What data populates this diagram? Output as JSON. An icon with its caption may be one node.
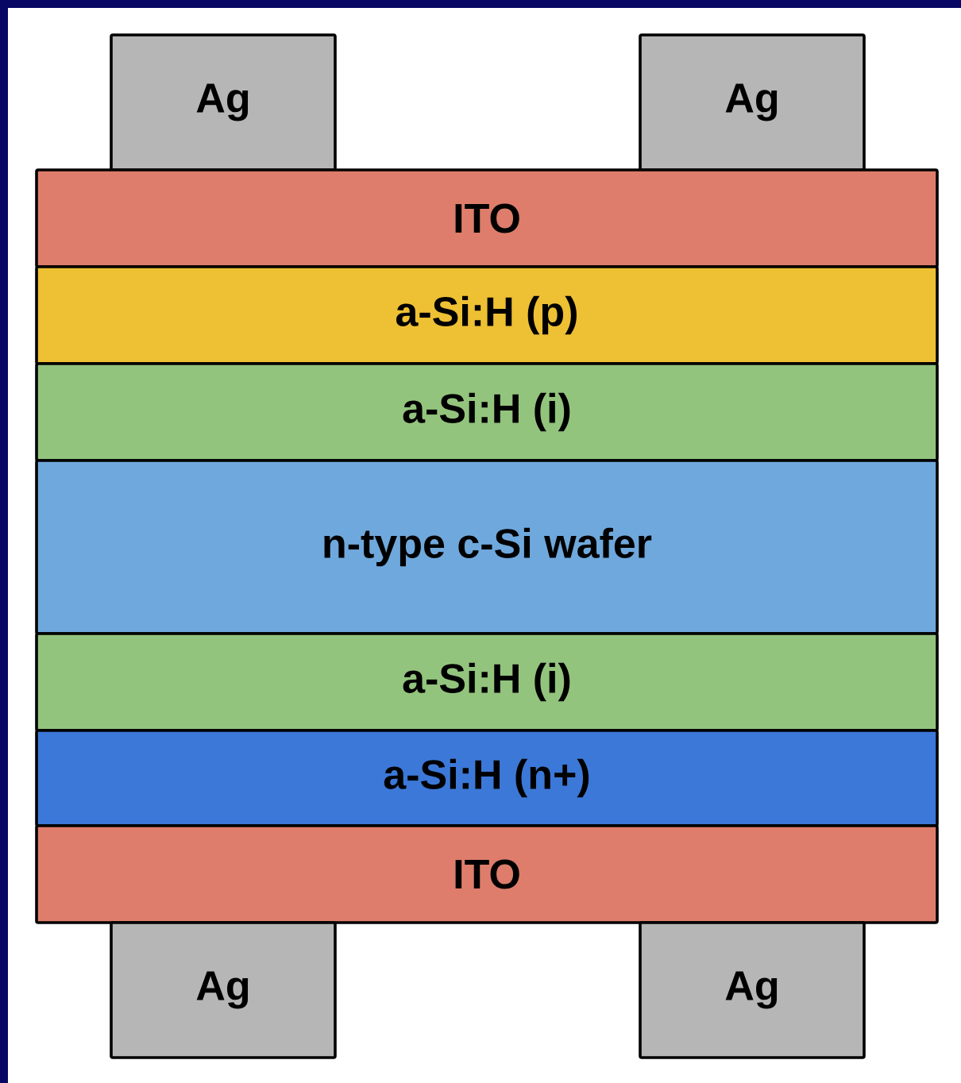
{
  "diagram": {
    "nodes": [
      {
        "text": [
          "Ag"
        ]
      },
      {
        "text": [
          "Ag"
        ]
      },
      {
        "text": [
          "ITO"
        ]
      },
      {
        "text": [
          "a-Si:H (p)"
        ]
      },
      {
        "text": [
          "a-Si:H (i)"
        ]
      },
      {
        "text": [
          "n-type c-Si wafer"
        ]
      },
      {
        "text": [
          "a-Si:H (i)"
        ]
      },
      {
        "text": [
          "a-Si:H (n+)"
        ]
      },
      {
        "text": [
          "ITO"
        ]
      },
      {
        "text": [
          "Ag"
        ]
      },
      {
        "text": [
          "Ag"
        ]
      }
    ]
  }
}
